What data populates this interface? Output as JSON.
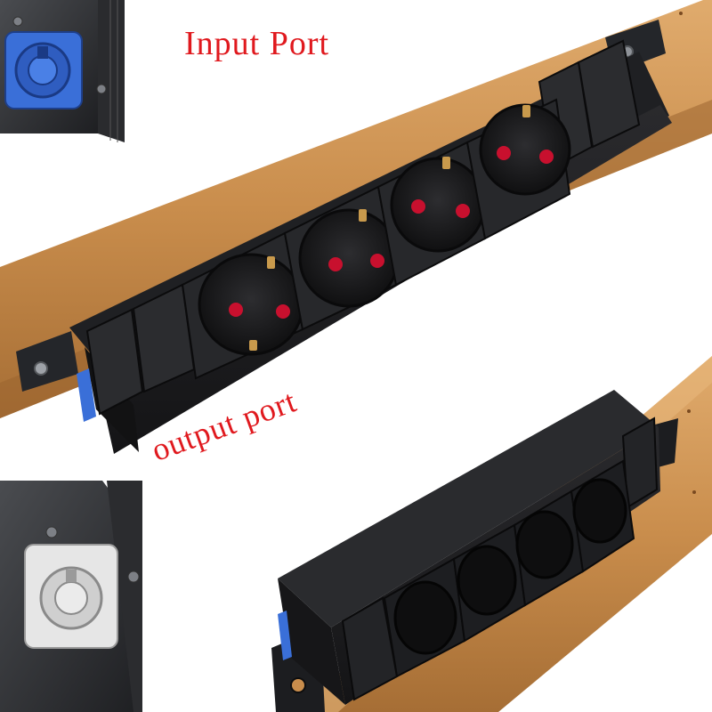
{
  "labels": {
    "input": "Input Port",
    "output": "output port"
  },
  "colors": {
    "label_text": "#e0191e",
    "wood": "#c98d4c",
    "housing": "#1c1c1e",
    "input_connector": "#3a6fd8",
    "output_connector": "#e6e6e6",
    "socket_pin_red": "#c8102e"
  },
  "units": {
    "upper": {
      "socket_count": 4,
      "blank_modules": 4
    },
    "lower": {
      "socket_count": 4
    }
  }
}
